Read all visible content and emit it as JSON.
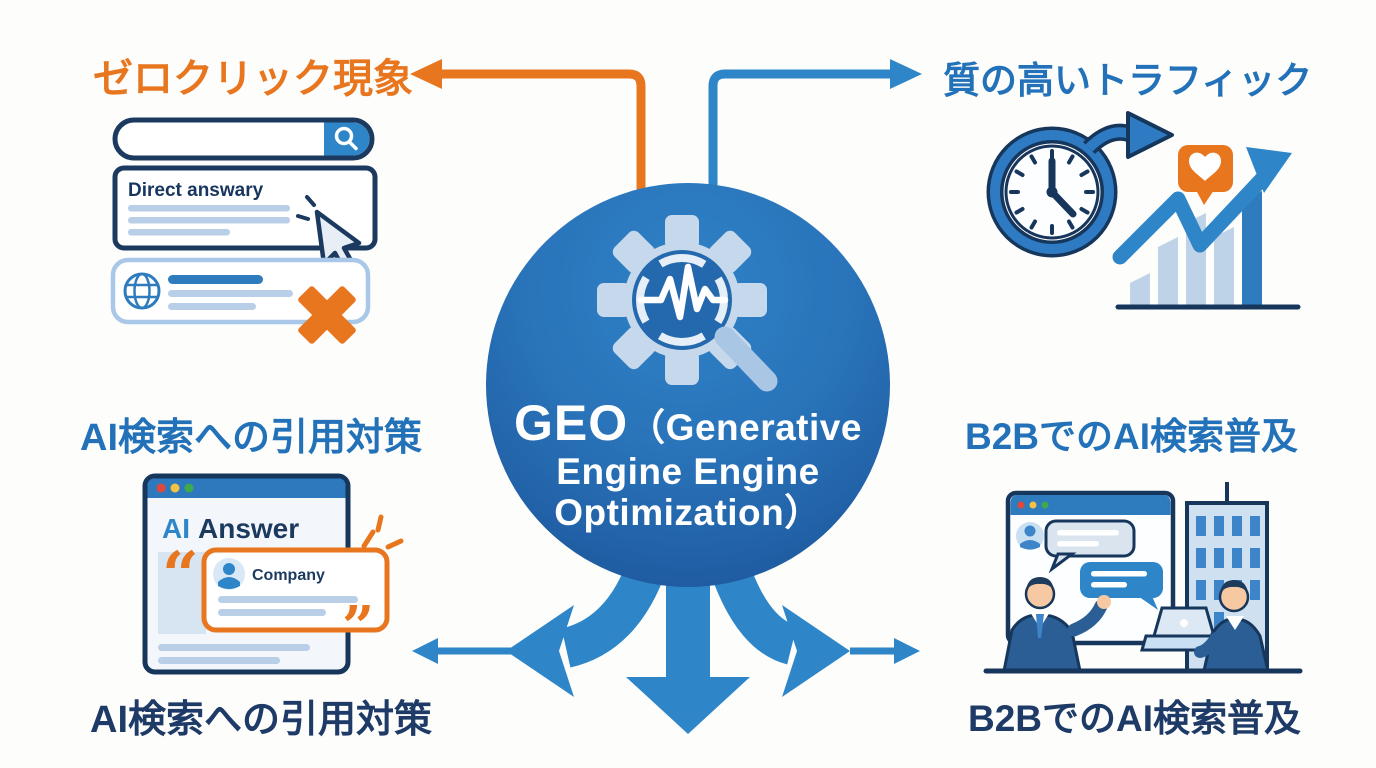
{
  "center_node": {
    "acronym": "GEO",
    "line1_rest": "（Generative",
    "line2": "Engine Engine",
    "line3": "Optimization）"
  },
  "labels": {
    "top_left": "ゼロクリック現象",
    "top_right": "質の高いトラフィック",
    "bottom_left_upper": "AI検索への引用対策",
    "bottom_left_lower": "AI検索への引用対策",
    "bottom_right_upper": "B2BでのAI検索普及",
    "bottom_right_lower": "B2BでのAI検索普及"
  },
  "zero_click": {
    "direct_answer_label": "Direct answary"
  },
  "ai_answer": {
    "heading_ai": "AI",
    "heading_answer": "Answer",
    "company_label": "Company",
    "quote_open": "“",
    "quote_close": "”"
  },
  "icons": {
    "search": "magnifying-glass in blue pill button",
    "cursor": "mouse-pointer arrow with click sparks",
    "globe": "blue wireframe globe",
    "blocked": "orange X cross",
    "clock_refresh": "clock wrapped by circular arrow",
    "like_badge": "orange speech bubble with white heart",
    "growth_chart": "bar chart with rising zigzag arrow",
    "gear_magnifier": "gear with pulse waveform and magnifier handle",
    "browser_dots": "red yellow green window dots",
    "chat_window": "browser with avatar and chat bubbles",
    "building": "office building with window grid",
    "businessmen": "two suited men with laptop"
  },
  "colors": {
    "orange": "#E8761F",
    "arrow_blue": "#2E86C8",
    "navy_outline": "#1C3A5F",
    "label_blue": "#2372B9",
    "label_navy": "#1E3A66",
    "circle_gradient_top": "#2F82C7",
    "circle_gradient_bottom": "#1B5197",
    "light_blue_line": "#B9CFE8",
    "icon_light_blue": "#C6D9EC"
  }
}
